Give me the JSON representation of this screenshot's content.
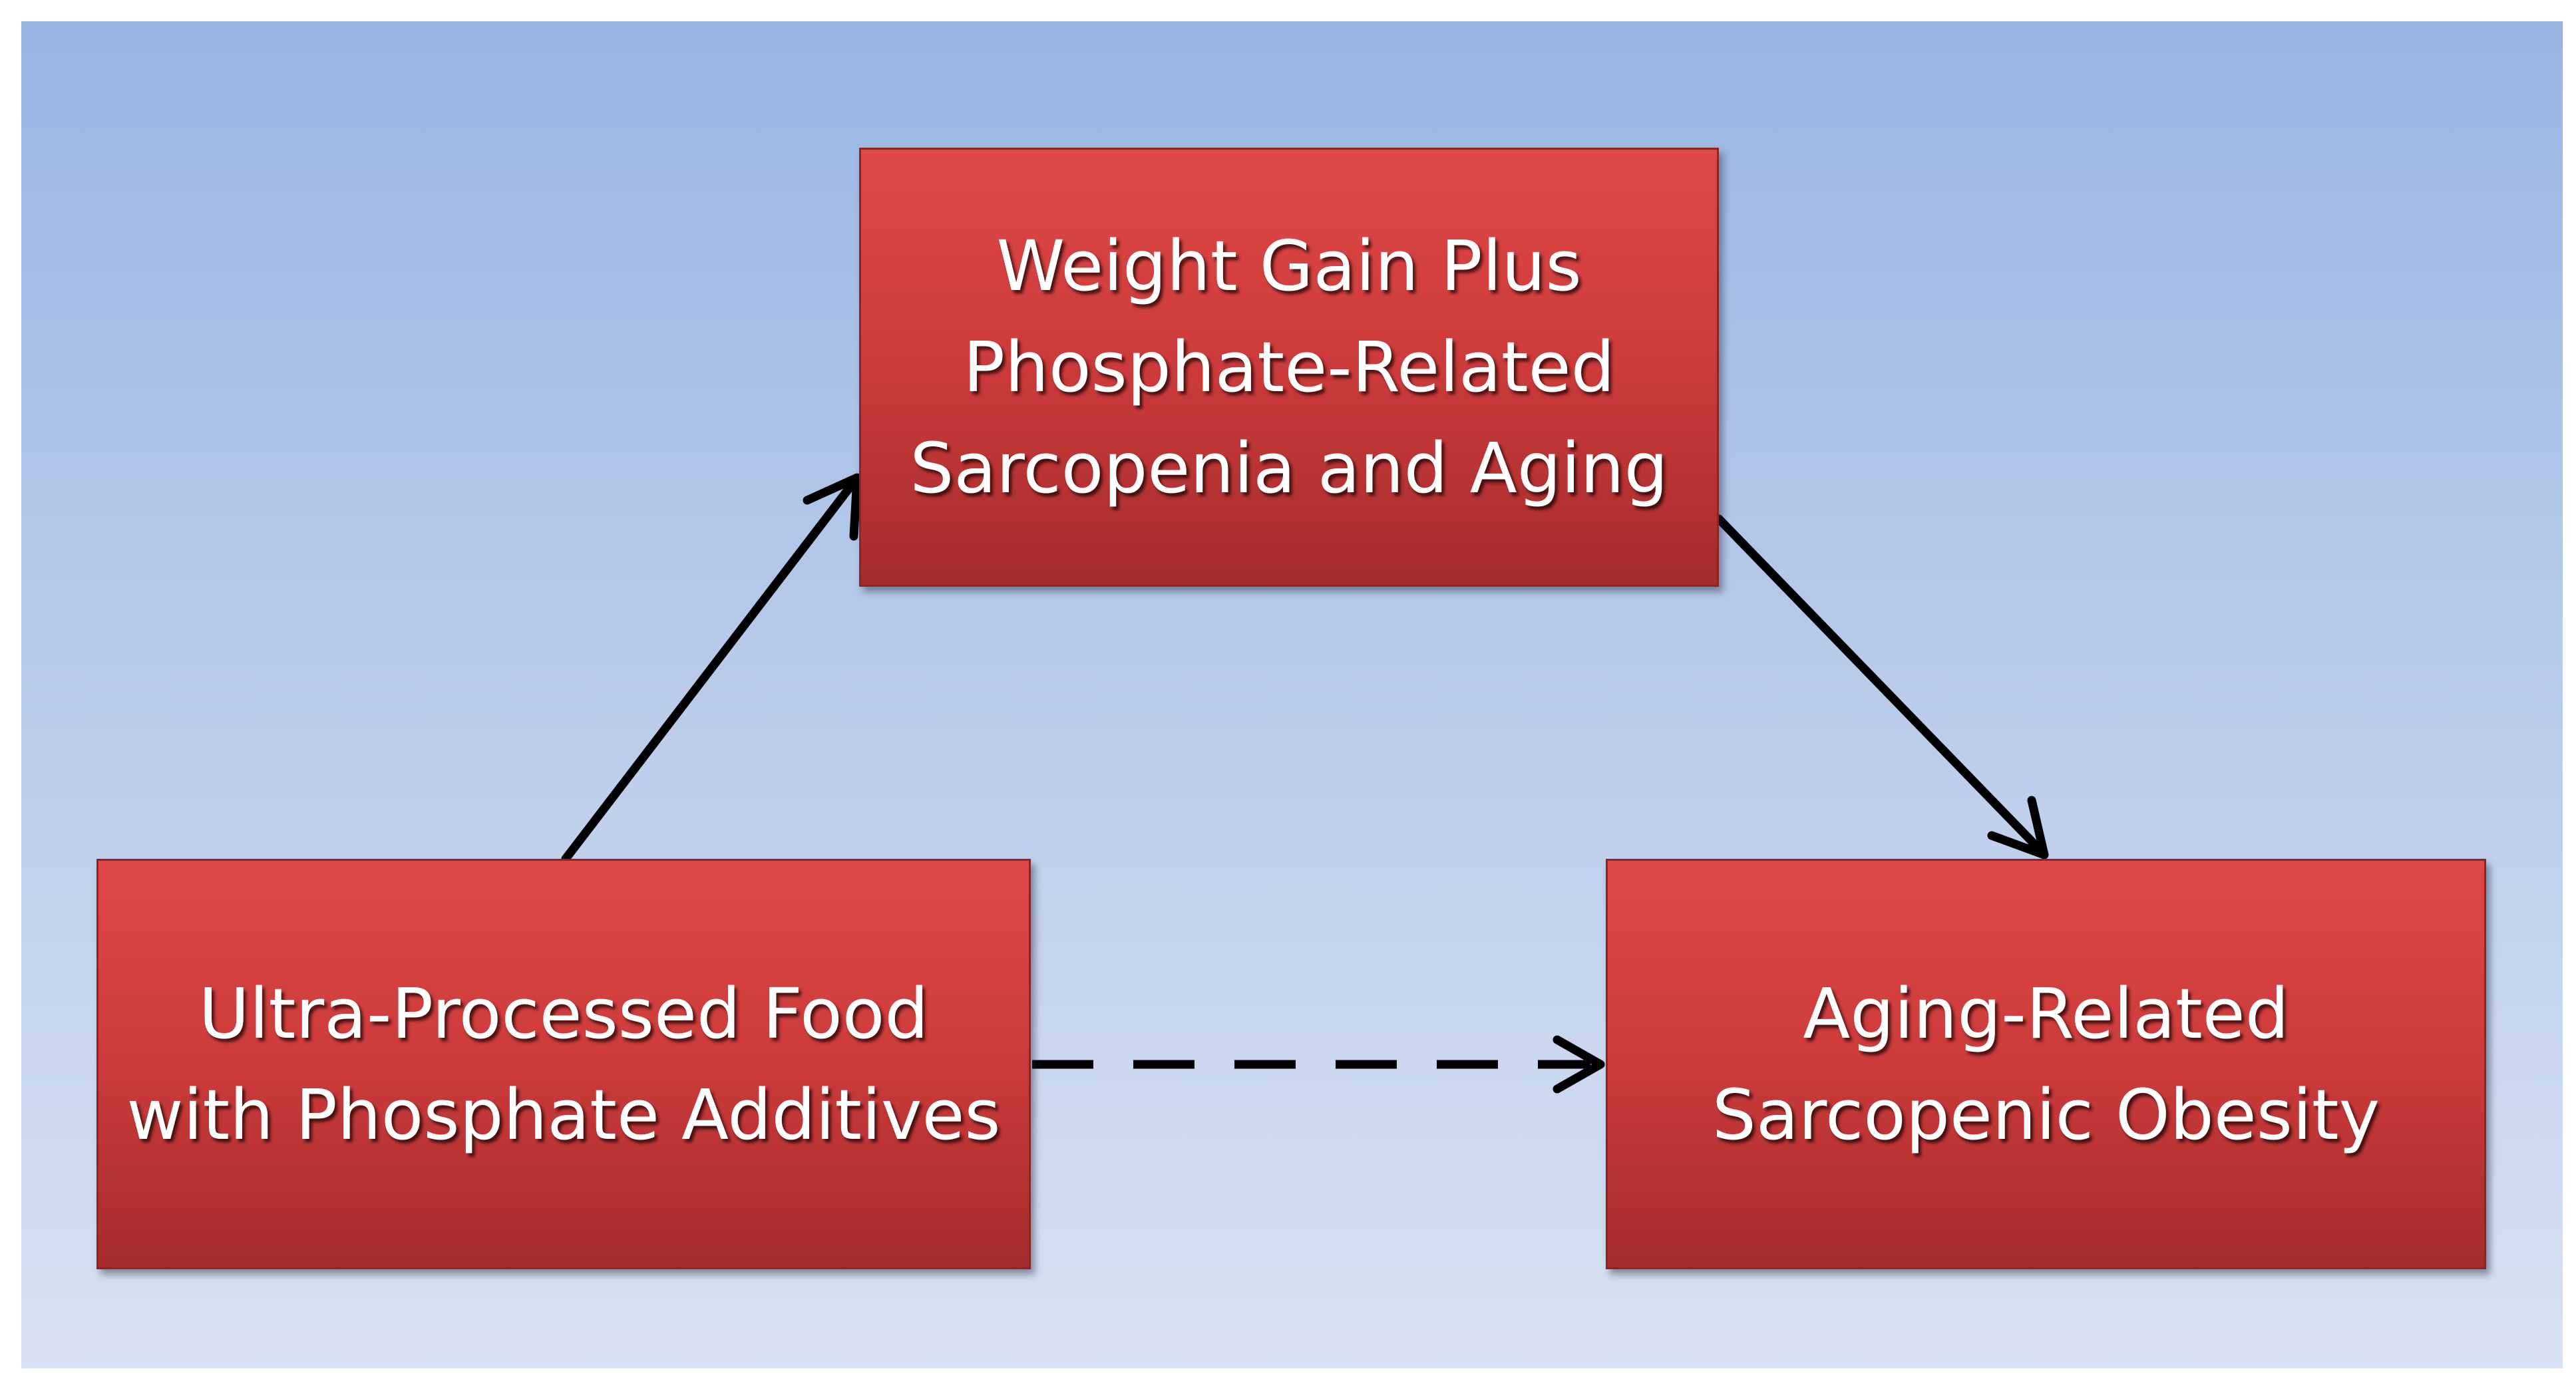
{
  "diagram": {
    "nodes": {
      "top": {
        "lines": [
          "Weight Gain Plus",
          "Phosphate-Related",
          "Sarcopenia and Aging"
        ]
      },
      "left": {
        "lines": [
          "Ultra-Processed Food",
          "with Phosphate Additives"
        ]
      },
      "right": {
        "lines": [
          "Aging-Related",
          "Sarcopenic Obesity"
        ]
      }
    },
    "edges": [
      {
        "from": "left",
        "to": "top",
        "style": "solid"
      },
      {
        "from": "top",
        "to": "right",
        "style": "solid"
      },
      {
        "from": "left",
        "to": "right",
        "style": "dashed"
      }
    ],
    "colors": {
      "box_fill": "#cc3b3b",
      "box_text": "#ffffff",
      "background_top": "#98b5e3",
      "background_bottom": "#d7e1f2",
      "arrow": "#000000"
    }
  }
}
